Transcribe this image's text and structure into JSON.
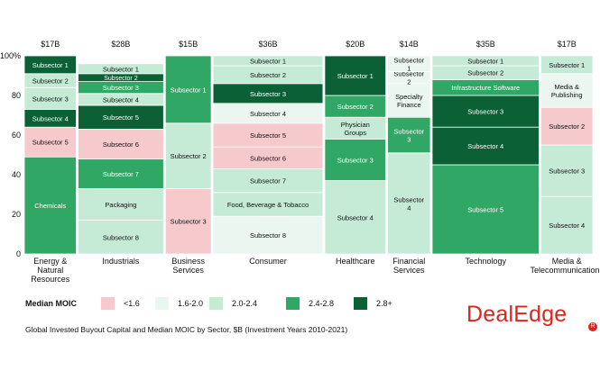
{
  "chart_data": {
    "type": "marimekko",
    "ylim": [
      0,
      100
    ],
    "yticks": [
      0,
      20,
      40,
      60,
      80,
      100
    ],
    "ytick_labels": [
      "0",
      "20",
      "40",
      "60",
      "80",
      "100%"
    ],
    "color_scale": {
      "<1.6": "#f6c9cd",
      "1.6-2.0": "#eaf6ef",
      "2.0-2.4": "#c5ead6",
      "2.4-2.8": "#30a764",
      "2.8+": "#0b6035"
    },
    "sectors": [
      {
        "name": "Energy & Natural Resources",
        "total_label": "$17B",
        "total": 17,
        "segments": [
          {
            "label": "Chemicals",
            "share": 49,
            "moic": "2.4-2.8"
          },
          {
            "label": "Subsector 5",
            "share": 15,
            "moic": "<1.6"
          },
          {
            "label": "Subsector 4",
            "share": 9,
            "moic": "2.8+"
          },
          {
            "label": "Subsector 3",
            "share": 11,
            "moic": "2.0-2.4"
          },
          {
            "label": "Subsector 2",
            "share": 7,
            "moic": "2.0-2.4"
          },
          {
            "label": "Subsector 1",
            "share": 9,
            "moic": "2.8+"
          }
        ]
      },
      {
        "name": "Industrials",
        "total_label": "$28B",
        "total": 28,
        "segments": [
          {
            "label": "Subsector 8",
            "share": 17,
            "moic": "2.0-2.4"
          },
          {
            "label": "Packaging",
            "share": 16,
            "moic": "2.0-2.4"
          },
          {
            "label": "Subsector 7",
            "share": 15,
            "moic": "2.4-2.8"
          },
          {
            "label": "Subsector 6",
            "share": 15,
            "moic": "<1.6"
          },
          {
            "label": "Subsector 5",
            "share": 12,
            "moic": "2.8+"
          },
          {
            "label": "Subsector 4",
            "share": 6,
            "moic": "2.0-2.4"
          },
          {
            "label": "Subsector 3",
            "share": 6,
            "moic": "2.4-2.8"
          },
          {
            "label": "Subsector 2",
            "share": 4,
            "moic": "2.8+"
          },
          {
            "label": "Subsector 1",
            "share": 5,
            "moic": "2.0-2.4"
          }
        ]
      },
      {
        "name": "Business Services",
        "total_label": "$15B",
        "total": 15,
        "segments": [
          {
            "label": "Subsector 3",
            "share": 33,
            "moic": "<1.6"
          },
          {
            "label": "Subsector 2",
            "share": 33,
            "moic": "2.0-2.4"
          },
          {
            "label": "Subsector 1",
            "share": 34,
            "moic": "2.4-2.8"
          }
        ]
      },
      {
        "name": "Consumer",
        "total_label": "$36B",
        "total": 36,
        "segments": [
          {
            "label": "Subsector 8",
            "share": 19,
            "moic": "1.6-2.0"
          },
          {
            "label": "Food, Beverage & Tobacco",
            "share": 12,
            "moic": "2.0-2.4"
          },
          {
            "label": "Subsector 7",
            "share": 12,
            "moic": "2.0-2.4"
          },
          {
            "label": "Subsector 6",
            "share": 11,
            "moic": "<1.6"
          },
          {
            "label": "Subsector 5",
            "share": 12,
            "moic": "<1.6"
          },
          {
            "label": "Subsector 4",
            "share": 10,
            "moic": "1.6-2.0"
          },
          {
            "label": "Subsector 3",
            "share": 10,
            "moic": "2.8+"
          },
          {
            "label": "Subsector 2",
            "share": 9,
            "moic": "2.0-2.4"
          },
          {
            "label": "Subsector 1",
            "share": 5,
            "moic": "2.0-2.4"
          }
        ]
      },
      {
        "name": "Healthcare",
        "total_label": "$20B",
        "total": 20,
        "segments": [
          {
            "label": "Subsector 4",
            "share": 37,
            "moic": "2.0-2.4"
          },
          {
            "label": "Subsector 3",
            "share": 21,
            "moic": "2.4-2.8"
          },
          {
            "label": "Physician Groups",
            "share": 11,
            "moic": "2.0-2.4"
          },
          {
            "label": "Subsector 2",
            "share": 11,
            "moic": "2.4-2.8"
          },
          {
            "label": "Subsector 1",
            "share": 20,
            "moic": "2.8+"
          }
        ]
      },
      {
        "name": "Financial Services",
        "total_label": "$14B",
        "total": 14,
        "segments": [
          {
            "label": "Subsector 4",
            "share": 51,
            "moic": "2.0-2.4"
          },
          {
            "label": "Subsector 3",
            "share": 18,
            "moic": "2.4-2.8"
          },
          {
            "label": "Specialty Finance",
            "share": 17,
            "moic": "1.6-2.0"
          },
          {
            "label": "Subsector 2",
            "share": 6,
            "moic": "1.6-2.0"
          },
          {
            "label": "Subsector 1",
            "share": 8,
            "moic": "1.6-2.0"
          }
        ]
      },
      {
        "name": "Technology",
        "total_label": "$35B",
        "total": 35,
        "segments": [
          {
            "label": "Subsector 5",
            "share": 45,
            "moic": "2.4-2.8"
          },
          {
            "label": "Subsector 4",
            "share": 19,
            "moic": "2.8+"
          },
          {
            "label": "Subsector 3",
            "share": 16,
            "moic": "2.8+"
          },
          {
            "label": "Infrastructure Software",
            "share": 8,
            "moic": "2.4-2.8"
          },
          {
            "label": "Subsector 2",
            "share": 7,
            "moic": "2.0-2.4"
          },
          {
            "label": "Subsector 1",
            "share": 5,
            "moic": "2.0-2.4"
          }
        ]
      },
      {
        "name": "Media & Telecommunications",
        "total_label": "$17B",
        "total": 17,
        "segments": [
          {
            "label": "Subsector 4",
            "share": 29,
            "moic": "2.0-2.4"
          },
          {
            "label": "Subsector 3",
            "share": 26,
            "moic": "2.0-2.4"
          },
          {
            "label": "Subsector 2",
            "share": 19,
            "moic": "<1.6"
          },
          {
            "label": "Media & Publishing",
            "share": 17,
            "moic": "1.6-2.0"
          },
          {
            "label": "Subsector 1",
            "share": 9,
            "moic": "2.0-2.4"
          }
        ]
      }
    ]
  },
  "legend": {
    "title": "Median MOIC",
    "items": [
      {
        "label": "<1.6",
        "key": "<1.6"
      },
      {
        "label": "1.6-2.0",
        "key": "1.6-2.0"
      },
      {
        "label": "2.0-2.4",
        "key": "2.0-2.4"
      },
      {
        "label": "2.4-2.8",
        "key": "2.4-2.8"
      },
      {
        "label": "2.8+",
        "key": "2.8+"
      }
    ]
  },
  "caption": "Global Invested Buyout Capital and Median MOIC by Sector, $B (Investment Years 2010-2021)",
  "brand": {
    "name": "DealEdge",
    "mark": "R"
  }
}
